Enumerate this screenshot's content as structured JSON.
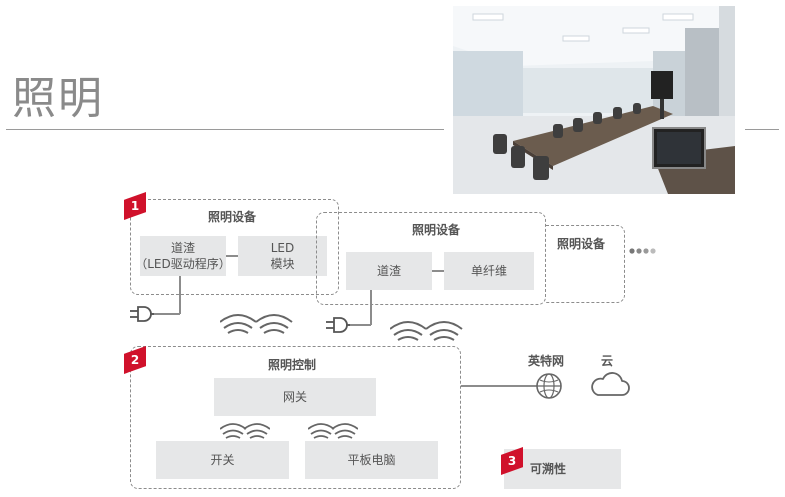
{
  "page": {
    "title": "照明"
  },
  "group1": {
    "badge": "1",
    "title": "照明设备",
    "box_driver": "道渣\n（LED驱动程序）",
    "box_led": "LED\n模块"
  },
  "group1b": {
    "title": "照明设备",
    "box_ballast": "道渣",
    "box_fiber": "单纤维"
  },
  "group1c": {
    "title": "照明设备"
  },
  "group2": {
    "badge": "2",
    "title": "照明控制",
    "box_gateway": "网关",
    "box_switch": "开关",
    "box_tablet": "平板电脑"
  },
  "network": {
    "internet_label": "英特网",
    "cloud_label": "云"
  },
  "group3": {
    "badge": "3",
    "label": "可溯性"
  },
  "colors": {
    "accent": "#d0112b",
    "box_fill": "#e6e7e8",
    "dash_border": "#8c8c8c"
  }
}
